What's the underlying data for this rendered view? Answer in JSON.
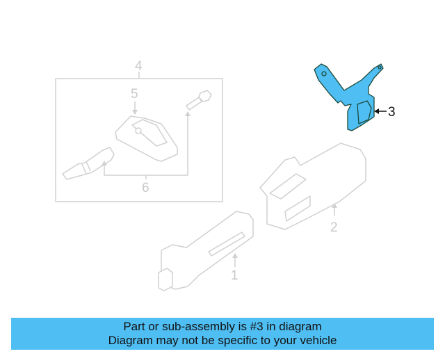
{
  "diagram": {
    "callouts": [
      {
        "id": "1",
        "label": "1"
      },
      {
        "id": "2",
        "label": "2"
      },
      {
        "id": "3",
        "label": "3"
      },
      {
        "id": "4",
        "label": "4"
      },
      {
        "id": "5",
        "label": "5"
      },
      {
        "id": "6",
        "label": "6"
      }
    ],
    "highlighted_part": "3",
    "colors": {
      "highlight_fill": "#4fbef3",
      "highlight_stroke": "#1b4a3a",
      "faded_stroke": "#d0d0d0",
      "callout_faded": "#c8c8c8"
    }
  },
  "banner": {
    "line1": "Part or sub-assembly is #3 in diagram",
    "line2": "Diagram may not be specific to your vehicle",
    "background": "#4fbef3"
  }
}
